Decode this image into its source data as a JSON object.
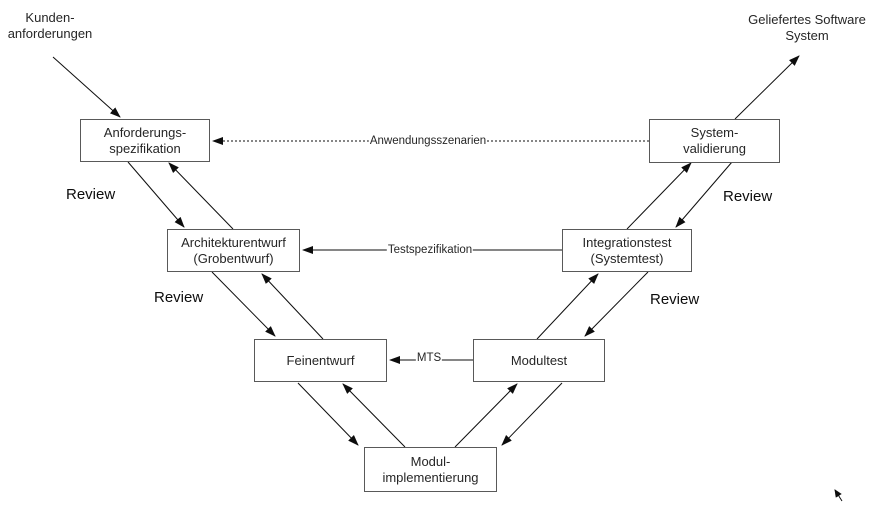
{
  "boxes": {
    "anforderungsspezifikation": {
      "line1": "Anforderungs-",
      "line2": "spezifikation"
    },
    "systemvalidierung": {
      "line1": "System-",
      "line2": "validierung"
    },
    "architekturentwurf": {
      "line1": "Architekturentwurf",
      "line2": "(Grobentwurf)"
    },
    "integrationstest": {
      "line1": "Integrationstest",
      "line2": "(Systemtest)"
    },
    "feinentwurf": {
      "line1": "Feinentwurf"
    },
    "modultest": {
      "line1": "Modultest"
    },
    "modulimplementierung": {
      "line1": "Modul-",
      "line2": "implementierung"
    }
  },
  "external_labels": {
    "kundenanforderungen": {
      "line1": "Kunden-",
      "line2": "anforderungen"
    },
    "geliefertes_software_system": {
      "line1": "Geliefertes Software",
      "line2": "System"
    }
  },
  "edge_labels": {
    "review": "Review",
    "anwendungsszenarien": "Anwendungsszenarien",
    "testspezifikation": "Testspezifikation",
    "mts": "MTS"
  },
  "colors": {
    "line": "#0d0d0d",
    "box_border": "#595959",
    "text": "#262626"
  }
}
